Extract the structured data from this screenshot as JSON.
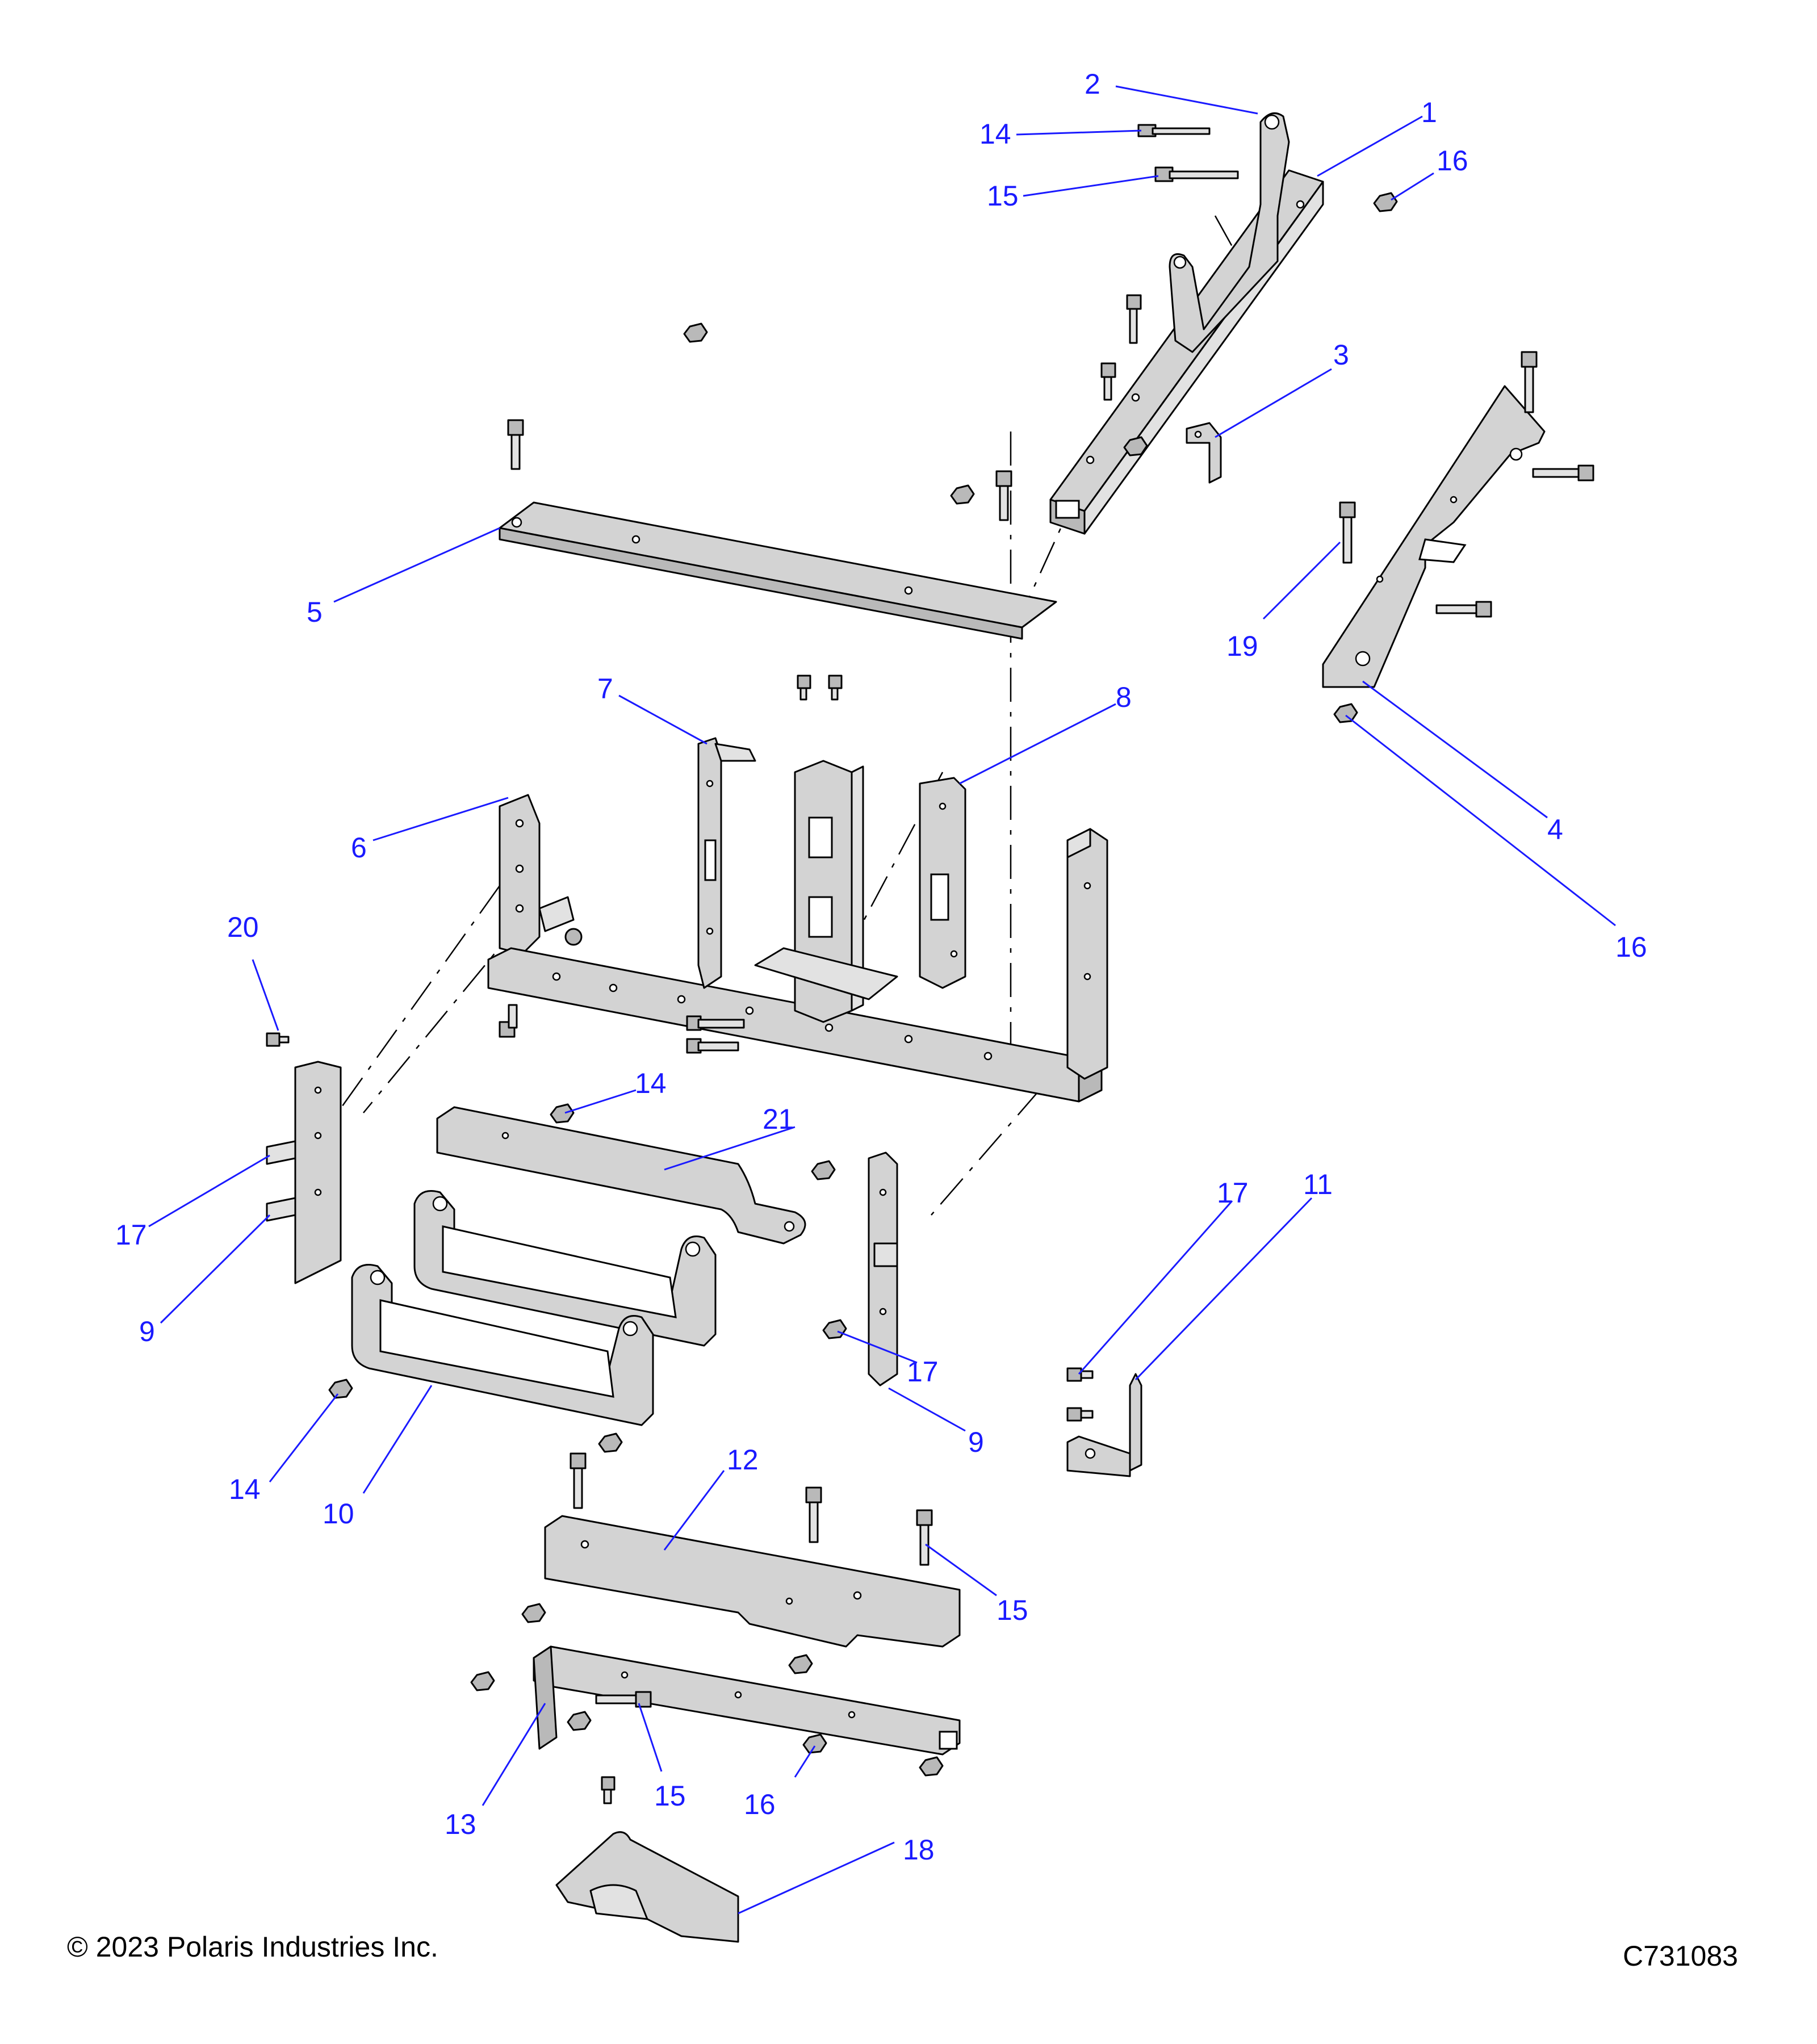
{
  "copyright": "© 2023 Polaris Industries Inc.",
  "figure_code": "C731083",
  "callouts": [
    {
      "id": "c1",
      "label": "1"
    },
    {
      "id": "c2",
      "label": "2"
    },
    {
      "id": "c14a",
      "label": "14"
    },
    {
      "id": "c15a",
      "label": "15"
    },
    {
      "id": "c16a",
      "label": "16"
    },
    {
      "id": "c3",
      "label": "3"
    },
    {
      "id": "c5",
      "label": "5"
    },
    {
      "id": "c19",
      "label": "19"
    },
    {
      "id": "c4",
      "label": "4"
    },
    {
      "id": "c16b",
      "label": "16"
    },
    {
      "id": "c7",
      "label": "7"
    },
    {
      "id": "c8",
      "label": "8"
    },
    {
      "id": "c6",
      "label": "6"
    },
    {
      "id": "c20",
      "label": "20"
    },
    {
      "id": "c14b",
      "label": "14"
    },
    {
      "id": "c21",
      "label": "21"
    },
    {
      "id": "c17a",
      "label": "17"
    },
    {
      "id": "c9a",
      "label": "9"
    },
    {
      "id": "c17b",
      "label": "17"
    },
    {
      "id": "c11",
      "label": "11"
    },
    {
      "id": "c17c",
      "label": "17"
    },
    {
      "id": "c9b",
      "label": "9"
    },
    {
      "id": "c14c",
      "label": "14"
    },
    {
      "id": "c10",
      "label": "10"
    },
    {
      "id": "c12",
      "label": "12"
    },
    {
      "id": "c15b",
      "label": "15"
    },
    {
      "id": "c13",
      "label": "13"
    },
    {
      "id": "c15c",
      "label": "15"
    },
    {
      "id": "c16c",
      "label": "16"
    },
    {
      "id": "c18",
      "label": "18"
    }
  ]
}
